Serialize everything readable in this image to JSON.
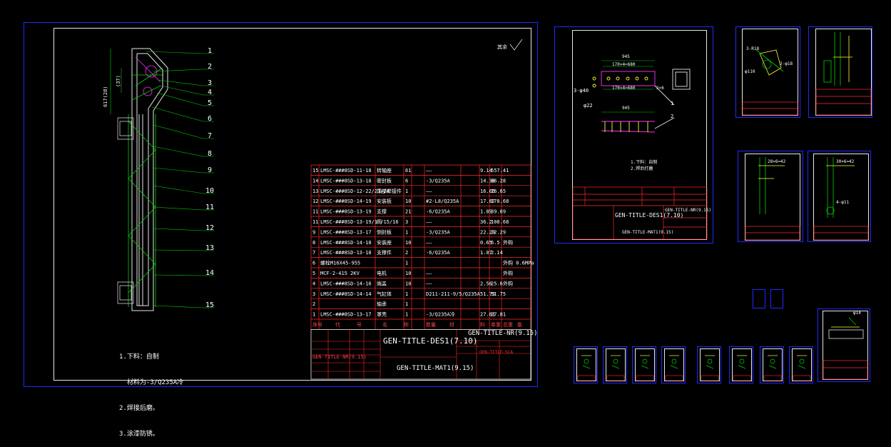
{
  "main_sheet": {
    "dimension_label": "617(28)",
    "dimension_label_2": "(37)",
    "roughness_mark": "其余",
    "callouts": [
      "1",
      "2",
      "3",
      "4",
      "5",
      "6",
      "7",
      "8",
      "9",
      "10",
      "11",
      "12",
      "13",
      "14",
      "15"
    ],
    "notes": [
      "1.下料：自制",
      "  材料为-3/Q235A冷",
      "2.焊接后磨。",
      "3.涂漆防锈。"
    ],
    "bom": [
      {
        "no": "15",
        "code": "LMSC-###8SD-11-18",
        "name": "转轴座",
        "qty": "61",
        "mat": "——",
        "w1": "9.14",
        "w2": "557.41",
        "note": ""
      },
      {
        "no": "14",
        "code": "LMSC-###8SD-13-18",
        "name": "密封板",
        "qty": "6",
        "mat": "-3/Q235A",
        "w1": "14.38",
        "w2": "86.28",
        "note": ""
      },
      {
        "no": "13",
        "code": "LMSC-###8SD-12-22/23/24",
        "name": "顶部焊接件",
        "qty": "1",
        "mat": "——",
        "w1": "16.65",
        "w2": "16.65",
        "note": ""
      },
      {
        "no": "12",
        "code": "LMSC-###8SD-14-19",
        "name": "安装板",
        "qty": "10",
        "mat": "#2-L8/Q235A",
        "w1": "17.87",
        "w2": "178.68",
        "note": ""
      },
      {
        "no": "11",
        "code": "LMSC-###8SD-13-19",
        "name": "支撑",
        "qty": "21",
        "mat": "-6/Q235A",
        "w1": "1.89",
        "w2": "39.69",
        "note": ""
      },
      {
        "no": "11",
        "code": "LMSC-###8SD-13-19/10/15/16",
        "name": "门",
        "qty": "3",
        "mat": "——",
        "w1": "36.2",
        "w2": "108.68",
        "note": ""
      },
      {
        "no": "9",
        "code": "LMSC-###8SD-13-17",
        "name": "侧封板",
        "qty": "1",
        "mat": "-3/Q235A",
        "w1": "22.29",
        "w2": "22.29",
        "note": ""
      },
      {
        "no": "8",
        "code": "LMSC-###8SD-14-18",
        "name": "安装座",
        "qty": "10",
        "mat": "——",
        "w1": "0.65",
        "w2": "6.5",
        "note": "外购"
      },
      {
        "no": "7",
        "code": "LMSC-###8SD-13-18",
        "name": "支撑件",
        "qty": "2",
        "mat": "-6/Q235A",
        "w1": "1.07",
        "w2": "2.14",
        "note": ""
      },
      {
        "no": "6",
        "code": "螺栓M16X45-955",
        "name": "",
        "qty": "1",
        "mat": "",
        "w1": "",
        "w2": "",
        "note": "外购 0.6MPa"
      },
      {
        "no": "5",
        "code": "MCF-2-415 2KV",
        "name": "电机",
        "qty": "10",
        "mat": "——",
        "w1": "",
        "w2": "",
        "note": "外购"
      },
      {
        "no": "4",
        "code": "LMSC-###8SD-14-16",
        "name": "端盖",
        "qty": "10",
        "mat": "——",
        "w1": "2.56",
        "w2": "25.6",
        "note": "外购"
      },
      {
        "no": "3",
        "code": "LMSC-###8SD-14-14",
        "name": "气缸体",
        "qty": "1",
        "mat": "D211-211-9/5/Q235A",
        "w1": "51.75",
        "w2": "51.75",
        "note": ""
      },
      {
        "no": "2",
        "code": "",
        "name": "轴承",
        "qty": "1",
        "mat": "",
        "w1": "",
        "w2": "",
        "note": ""
      },
      {
        "no": "1",
        "code": "LMSC-###8SD-13-17",
        "name": "罩壳",
        "qty": "1",
        "mat": "-3/Q235A冷",
        "w1": "27.81",
        "w2": "27.81",
        "note": ""
      }
    ],
    "bom_header": [
      "序号",
      "代",
      "号",
      "名",
      "称",
      "数量",
      "材",
      "料",
      "单重",
      "总重",
      "备",
      "注"
    ],
    "title_des": "GEN-TITLE-DES1(7.10)",
    "title_nr": "GEN-TITLE-NR(9.15)",
    "title_mat": "GEN-TITLE-MAT1(9.15)",
    "title_nr_small": "GEN-TITLE-NR(9.15)",
    "title_red": "GEN-TITLE-SCA"
  },
  "sheet2": {
    "dims": [
      "945",
      "170×4=680",
      "170×4=680",
      "2×6",
      "3-φ40",
      "φ22",
      "945",
      "1",
      "2"
    ],
    "notes": [
      "1.下料：自制",
      "2.焊后打磨"
    ],
    "title_des": "GEN-TITLE-DES1(7.10)",
    "title_nr": "GEN-TITLE-NR(9.15)",
    "title_mat": "GEN-TITLE-MAT1(9.15)"
  },
  "sheet3": {
    "dims": [
      "3-R18",
      "φ110",
      "2-φ18"
    ]
  },
  "sheet5": {
    "dims": [
      "28×6=42"
    ]
  },
  "sheet6": {
    "dims": [
      "30×6=42",
      "4-φ11"
    ]
  },
  "sheet_small": {
    "dims": [
      "φ14"
    ]
  },
  "colors": {
    "frame_blue": "#1f2bff",
    "line_white": "#e8e8e8",
    "red": "#ff2a2a",
    "green": "#00e000",
    "magenta": "#ff33ff",
    "yellow": "#ffff33",
    "cyan": "#00e0ff"
  }
}
